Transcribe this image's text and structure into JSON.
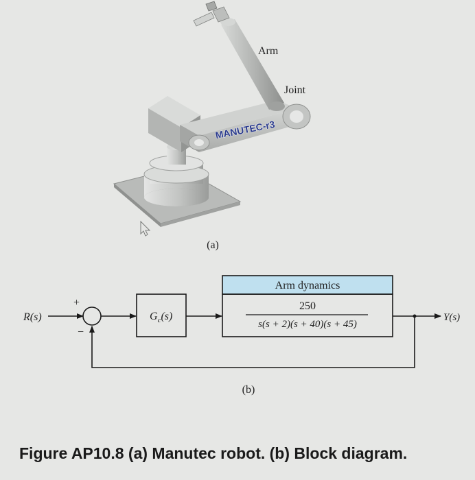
{
  "figure_a": {
    "labels": {
      "arm": "Arm",
      "joint": "Joint"
    },
    "brand": "MANUTEC-r3",
    "sublabel": "(a)"
  },
  "figure_b": {
    "input": "R(s)",
    "output": "Y(s)",
    "sum_plus": "+",
    "sum_minus": "−",
    "controller": {
      "main": "G",
      "sub": "c",
      "arg": "(s)"
    },
    "plant_header": "Arm dynamics",
    "plant_numerator": "250",
    "plant_denominator": "s(s + 2)(s + 40)(s + 45)",
    "sublabel": "(b)"
  },
  "caption": "Figure AP10.8 (a) Manutec robot. (b) Block diagram.",
  "colors": {
    "background": "#e6e7e5",
    "plant_header_fill": "#bfe0ef",
    "brand_fill": "#2a3a8c",
    "robot_body": "#c8cac8",
    "line": "#1a1a1a"
  }
}
